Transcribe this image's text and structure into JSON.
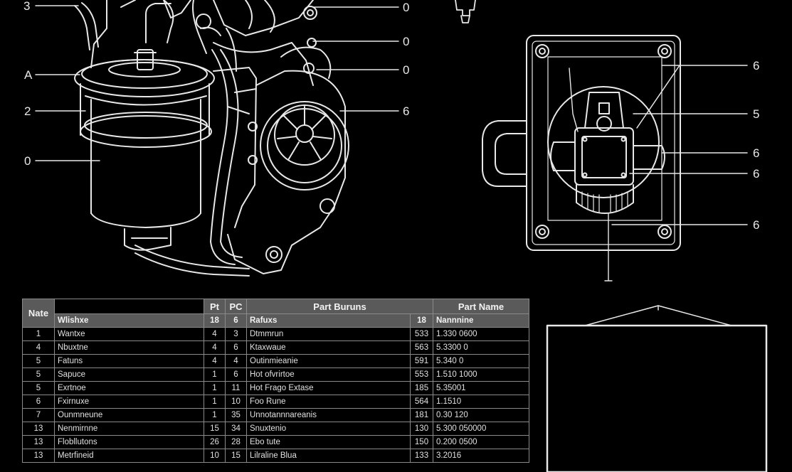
{
  "callouts": {
    "left": [
      "3",
      "A",
      "2",
      "0"
    ],
    "engine_right": [
      "0",
      "0",
      "0",
      "6"
    ],
    "module_right": [
      "6",
      "5",
      "6",
      "6",
      "6"
    ]
  },
  "table": {
    "headers": {
      "no": "Nate",
      "name": "Wlishxe",
      "pt": "Pt",
      "pc": "PC",
      "part_number": "Part Buruns",
      "part_name": "Part Name",
      "sub_name": "Rafuxs",
      "sub_num": "18",
      "sub_pt": "18",
      "sub_pc": "6",
      "sub_part_name": "Nannnine"
    },
    "rows": [
      {
        "no": "1",
        "name": "Wantxe",
        "pt": "4",
        "pc": "3",
        "desc": "Dtmmrun",
        "num": "533",
        "val": "1.330 0600"
      },
      {
        "no": "4",
        "name": "Nbuxtne",
        "pt": "4",
        "pc": "6",
        "desc": "Ktaxwaue",
        "num": "563",
        "val": "5.3300 0"
      },
      {
        "no": "5",
        "name": "Fatuns",
        "pt": "4",
        "pc": "4",
        "desc": "Outinmieanie",
        "num": "591",
        "val": "5.340 0"
      },
      {
        "no": "5",
        "name": "Sapuce",
        "pt": "1",
        "pc": "6",
        "desc": "Hot ofvrirtoe",
        "num": "553",
        "val": "1.510 1000"
      },
      {
        "no": "5",
        "name": "Exrtnoe",
        "pt": "1",
        "pc": "11",
        "desc": "Hot Frago Extase",
        "num": "185",
        "val": "5.35001"
      },
      {
        "no": "6",
        "name": "Fxirnuxe",
        "pt": "1",
        "pc": "10",
        "desc": "Foo Rune",
        "num": "564",
        "val": "1.1510"
      },
      {
        "no": "7",
        "name": "Ounmneune",
        "pt": "1",
        "pc": "35",
        "desc": "Unnotannnareanis",
        "num": "181",
        "val": "0.30 120"
      },
      {
        "no": "13",
        "name": "Nenmirnne",
        "pt": "15",
        "pc": "34",
        "desc": "Snuxtenio",
        "num": "130",
        "val": "5.300 050000"
      },
      {
        "no": "13",
        "name": "Flobllutons",
        "pt": "26",
        "pc": "28",
        "desc": "Ebo tute",
        "num": "150",
        "val": "0.200 0500"
      },
      {
        "no": "13",
        "name": "Metrfineid",
        "pt": "10",
        "pc": "15",
        "desc": "Lilraline Blua",
        "num": "133",
        "val": "3.2016"
      }
    ]
  },
  "colors": {
    "background": "#000000",
    "line": "#e8e8e8",
    "header_fill": "#5a5a5a",
    "grid": "#8a8a8a"
  }
}
